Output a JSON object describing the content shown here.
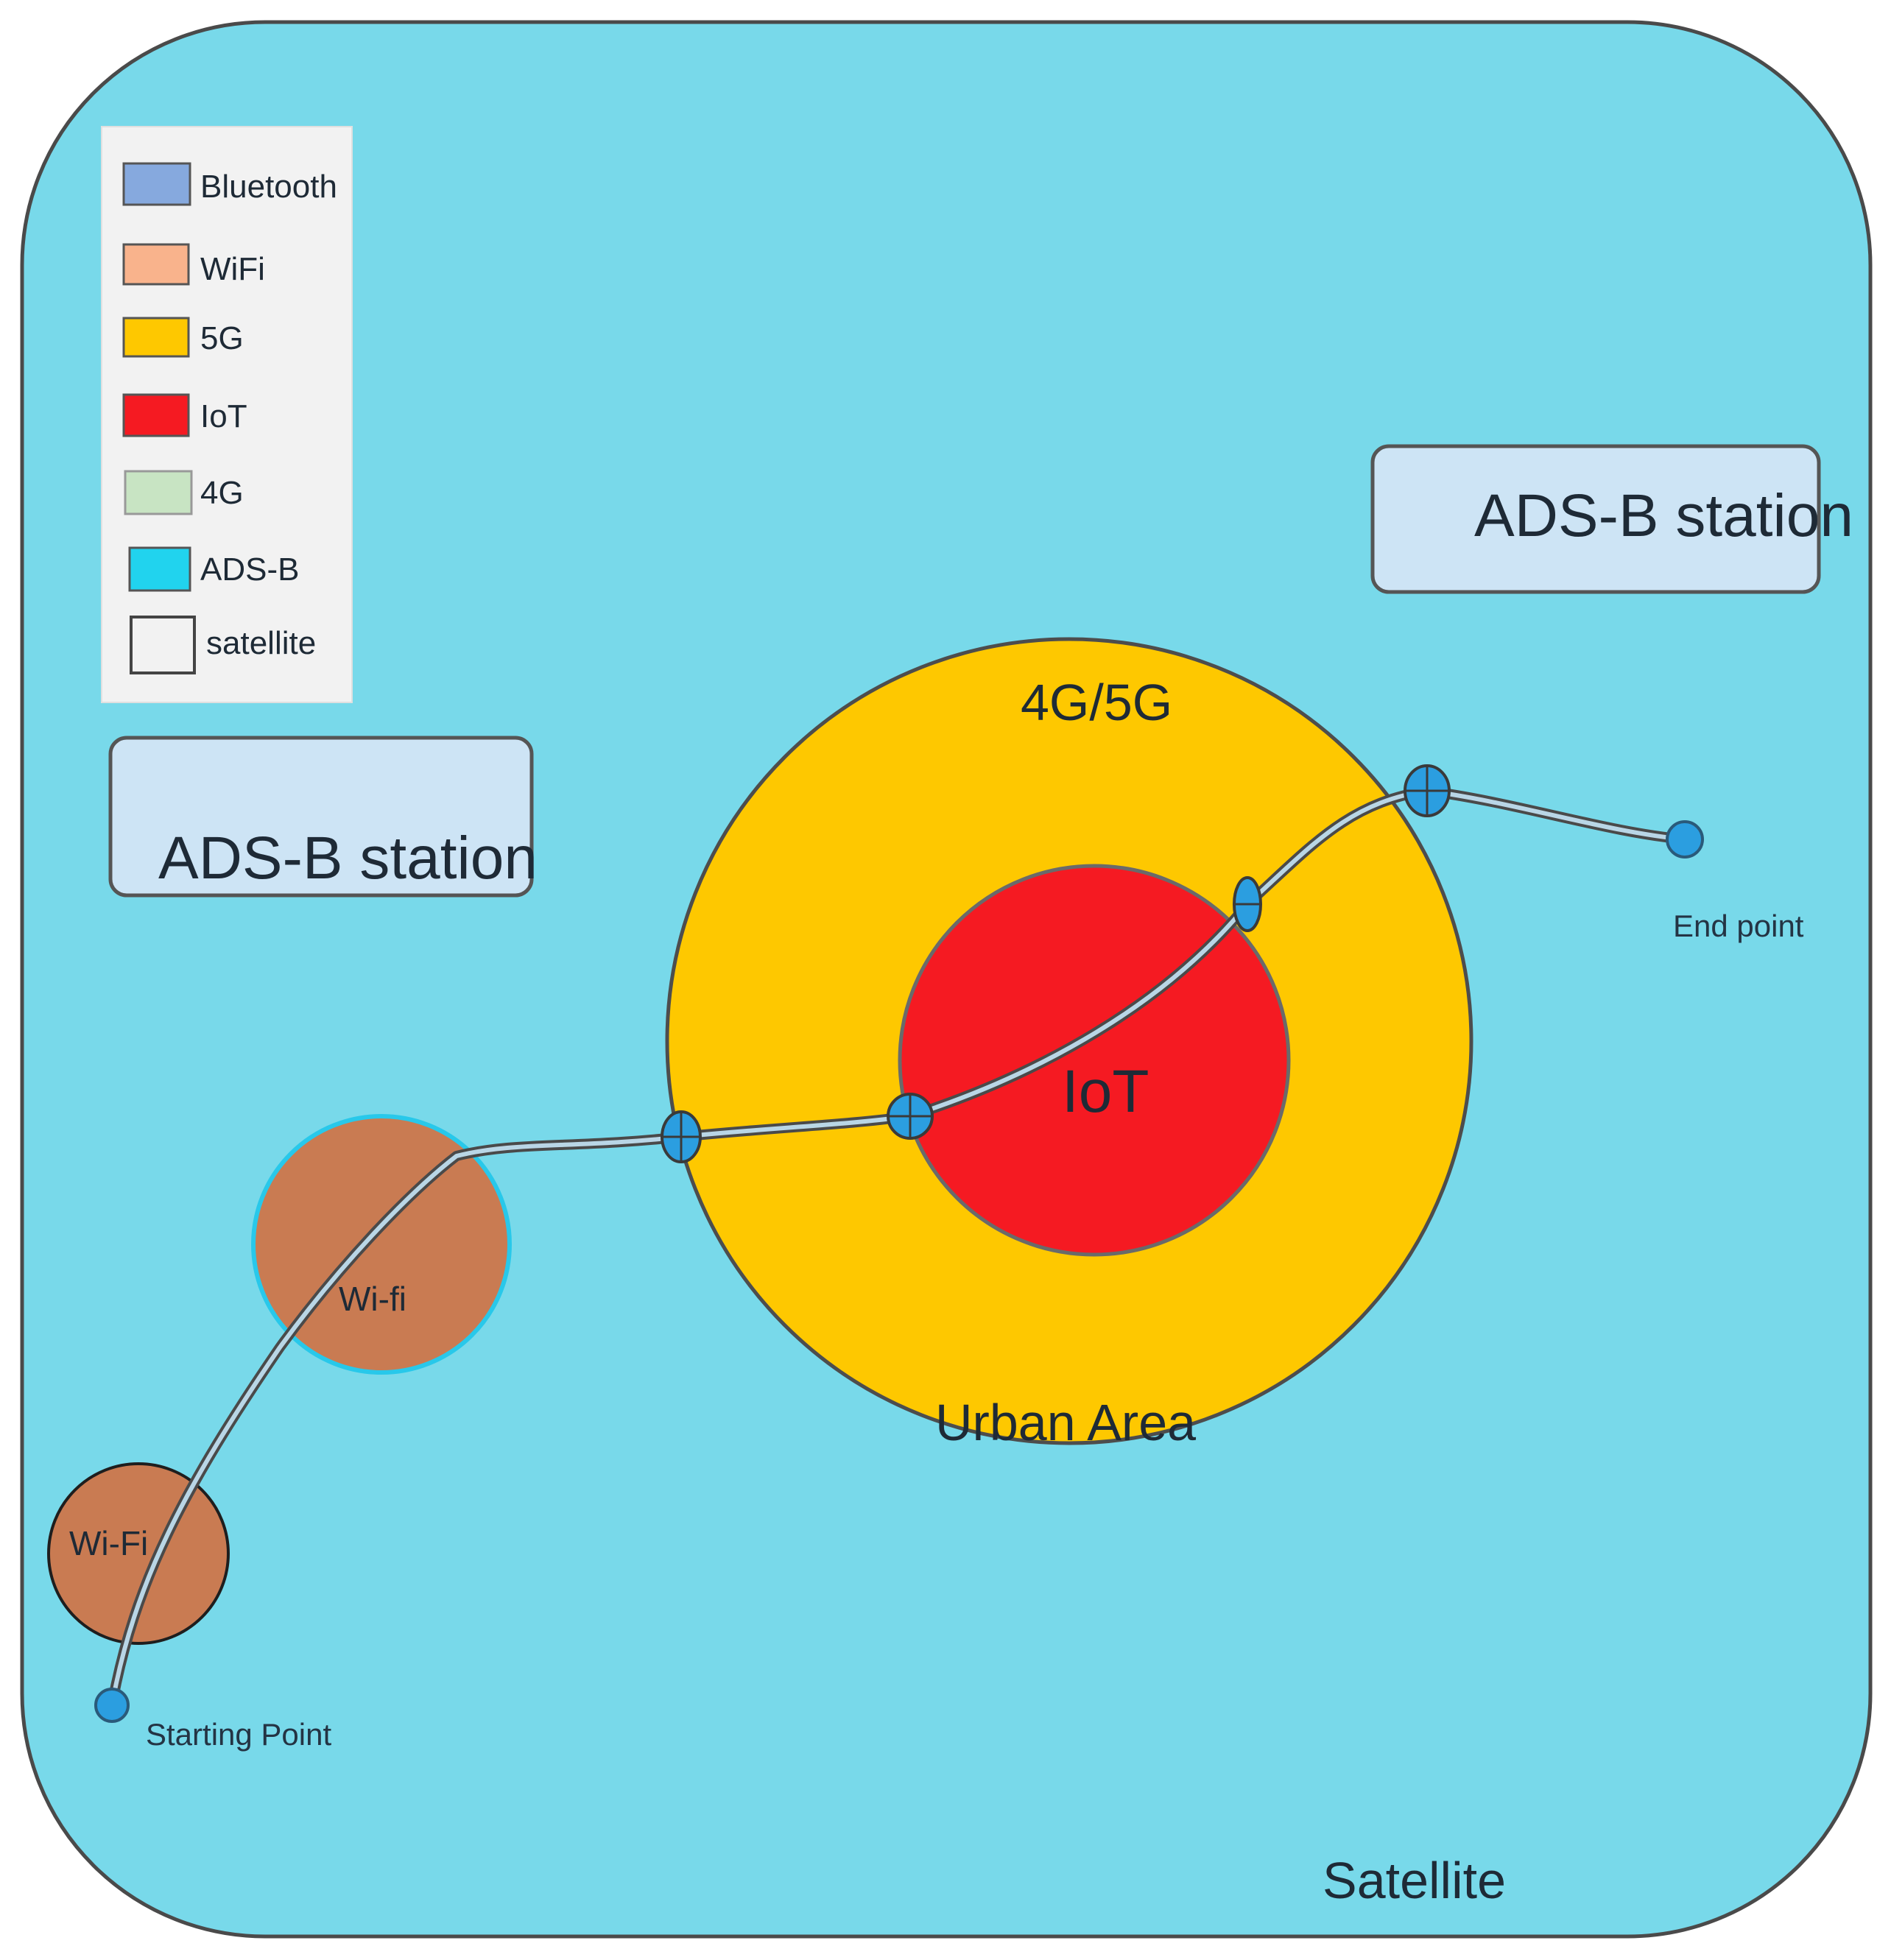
{
  "background": {
    "label": "Satellite",
    "color": "#78d9ea"
  },
  "legend": {
    "items": [
      {
        "label": "Bluetooth",
        "color": "#86a9de"
      },
      {
        "label": "WiFi",
        "color": "#f9b38c"
      },
      {
        "label": "5G",
        "color": "#fec800"
      },
      {
        "label": "IoT",
        "color": "#f51a22"
      },
      {
        "label": "4G",
        "color": "#c8e4c3"
      },
      {
        "label": "ADS-B",
        "color": "#21d3ee"
      },
      {
        "label": "satellite",
        "color": "#f2f2f2"
      }
    ]
  },
  "stations": [
    {
      "label": "ADS-B station"
    },
    {
      "label": "ADS-B station"
    }
  ],
  "zones": {
    "urban_outer_top": "4G/5G",
    "urban_outer_bottom": "Urban Area",
    "urban_inner": "IoT",
    "wifi_large": "Wi-fi",
    "wifi_small": "Wi-Fi"
  },
  "points": {
    "start": "Starting Point",
    "end": "End point"
  },
  "colors": {
    "urban_outer": "#fec800",
    "iot": "#f51a22",
    "wifi": "#c97b52",
    "station_box": "#cde4f5",
    "node": "#2b9ee0"
  }
}
